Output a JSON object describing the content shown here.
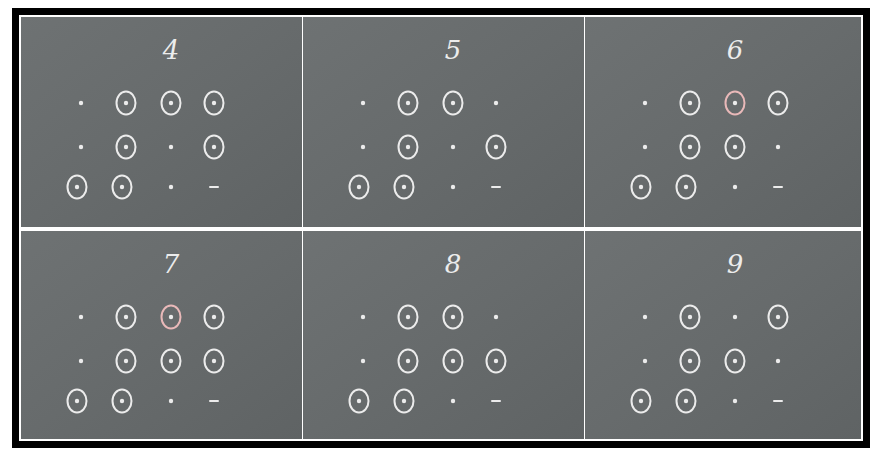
{
  "diagram": {
    "labels": [
      "4",
      "5",
      "6",
      "7",
      "8",
      "9"
    ]
  }
}
